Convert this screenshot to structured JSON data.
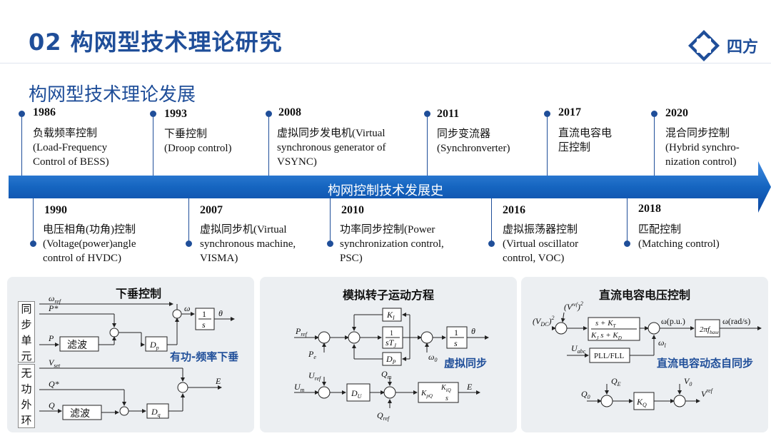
{
  "header": {
    "title": "02 构网型技术理论研究",
    "logo_text": "四方"
  },
  "subtitle": "构网型技术理论发展",
  "timeline": {
    "arrow_label": "构网控制技术发展史",
    "top": [
      {
        "year": "1986",
        "text": "负载频率控制\n(Load-Frequency\nControl of BESS)"
      },
      {
        "year": "1993",
        "text": "下垂控制\n(Droop control)"
      },
      {
        "year": "2008",
        "text": "虚拟同步发电机(Virtual\nsynchronous generator of\nVSYNC)"
      },
      {
        "year": "2011",
        "text": "同步变流器\n(Synchronverter)"
      },
      {
        "year": "2017",
        "text": "直流电容电\n压控制"
      },
      {
        "year": "2020",
        "text": "混合同步控制\n(Hybrid synchro-\nnization control)"
      }
    ],
    "bottom": [
      {
        "year": "1990",
        "text": "电压相角(功角)控制\n(Voltage(power)angle\ncontrol of HVDC)"
      },
      {
        "year": "2007",
        "text": "虚拟同步机(Virtual\nsynchronous machine,\nVISMA)"
      },
      {
        "year": "2010",
        "text": "功率同步控制(Power\nsynchronization control,\nPSC)"
      },
      {
        "year": "2016",
        "text": "虚拟振荡器控制\n(Virtual oscillator\ncontrol, VOC)"
      },
      {
        "year": "2018",
        "text": "匹配控制\n(Matching control)"
      }
    ]
  },
  "panels": {
    "droop": {
      "title": "下垂控制",
      "side1": [
        "同",
        "步",
        "单",
        "元"
      ],
      "side2": [
        "无",
        "功",
        "外",
        "环"
      ],
      "filter": "滤波",
      "filter2": "滤波",
      "note": "有功-频率下垂",
      "sym": {
        "omega_ref": "ω",
        "omega_ref_sub": "ref",
        "P_star": "P*",
        "P": "P",
        "Dp": "D",
        "Dp_sub": "p",
        "omega": "ω",
        "theta": "θ",
        "int_num": "1",
        "int_den": "s",
        "V_set": "V",
        "V_set_sub": "set",
        "Q_star": "Q*",
        "Q": "Q",
        "Dq": "D",
        "Dq_sub": "q",
        "E": "E"
      }
    },
    "virtual_rotor": {
      "title": "模拟转子运动方程",
      "note": "虚拟同步",
      "sym": {
        "Pref": "P",
        "Pref_sub": "ref",
        "Pe": "P",
        "Pe_sub": "e",
        "KI": "K",
        "KI_sub": "I",
        "sTJ": "sT",
        "sTJ_sub": "J",
        "DP": "D",
        "DP_sub": "P",
        "omega0": "ω",
        "omega0_sub": "0",
        "int_num": "1",
        "int_den": "s",
        "theta": "θ",
        "Uref": "U",
        "Uref_sub": "ref",
        "Um": "U",
        "Um_sub": "m",
        "DU": "D",
        "DU_sub": "U",
        "Qm": "Q",
        "Qm_sub": "m",
        "Qref": "Q",
        "Qref_sub": "ref",
        "KpQ": "K",
        "KpQ_sub": "pQ",
        "KiQ": "K",
        "KiQ_sub": "iQ",
        "E": "E",
        "s": "s",
        "one": "1"
      }
    },
    "dc_cap": {
      "title": "直流电容电压控制",
      "note": "直流电容动态自同步",
      "sym": {
        "VDC": "V",
        "VDC_sub": "DC",
        "Vref_DC": "V",
        "Vref_DC_sup": "ref",
        "Vref_DC_sub": "DC",
        "tf_num": "s + K",
        "tf_num_sub": "T",
        "tf_den": "K",
        "tf_den_sub1": "J",
        "tf_den_mid": " s + K",
        "tf_den_sub2": "D",
        "omega_pu": "ω(p.u.)",
        "two_pi_f": "2πf",
        "two_pi_f_sub": "base",
        "omega_rad": "ω(rad/s)",
        "omega_l": "ω",
        "omega_l_sub": "l",
        "Uabc": "U",
        "Uabc_sub": "abc",
        "pll": "PLL/FLL",
        "Q0": "Q",
        "Q0_sub": "0",
        "QE": "Q",
        "QE_sub": "E",
        "KQ": "K",
        "KQ_sub": "Q",
        "V0": "V",
        "V0_sub": "0",
        "Vref": "V",
        "Vref_sup": "ref",
        "sq": "2"
      }
    }
  },
  "colors": {
    "brand": "#1f4e99",
    "arrow": "#1565c0",
    "panel": "#eceff2"
  }
}
